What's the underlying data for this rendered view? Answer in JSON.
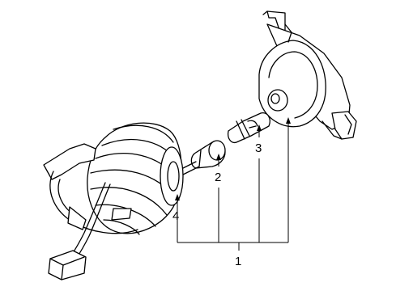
{
  "diagram": {
    "callouts": {
      "c1": "1",
      "c2": "2",
      "c3": "3",
      "c4": "4"
    },
    "parts": {
      "housing": "headlamp-housing",
      "bulb": "bulb",
      "socket": "bulb-socket",
      "connector": "harness-connector",
      "harness": "wiring-harness"
    }
  }
}
